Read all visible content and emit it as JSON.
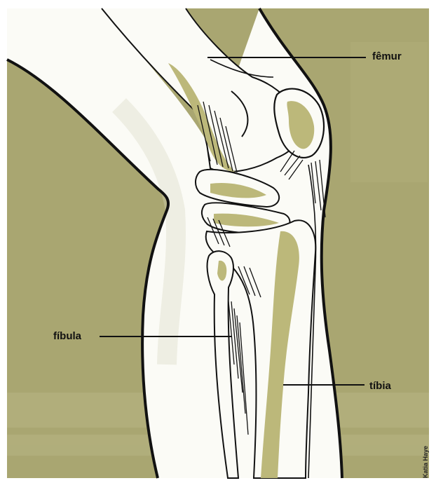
{
  "labels": {
    "femur": "fêmur",
    "fibula": "fíbula",
    "tibia": "tíbia"
  },
  "credit": "Katia Haye",
  "colors": {
    "background_olive": "#a8a670",
    "bone_shading": "#bdb97a",
    "skin_white": "#fbfbf6",
    "outline": "#111111"
  }
}
